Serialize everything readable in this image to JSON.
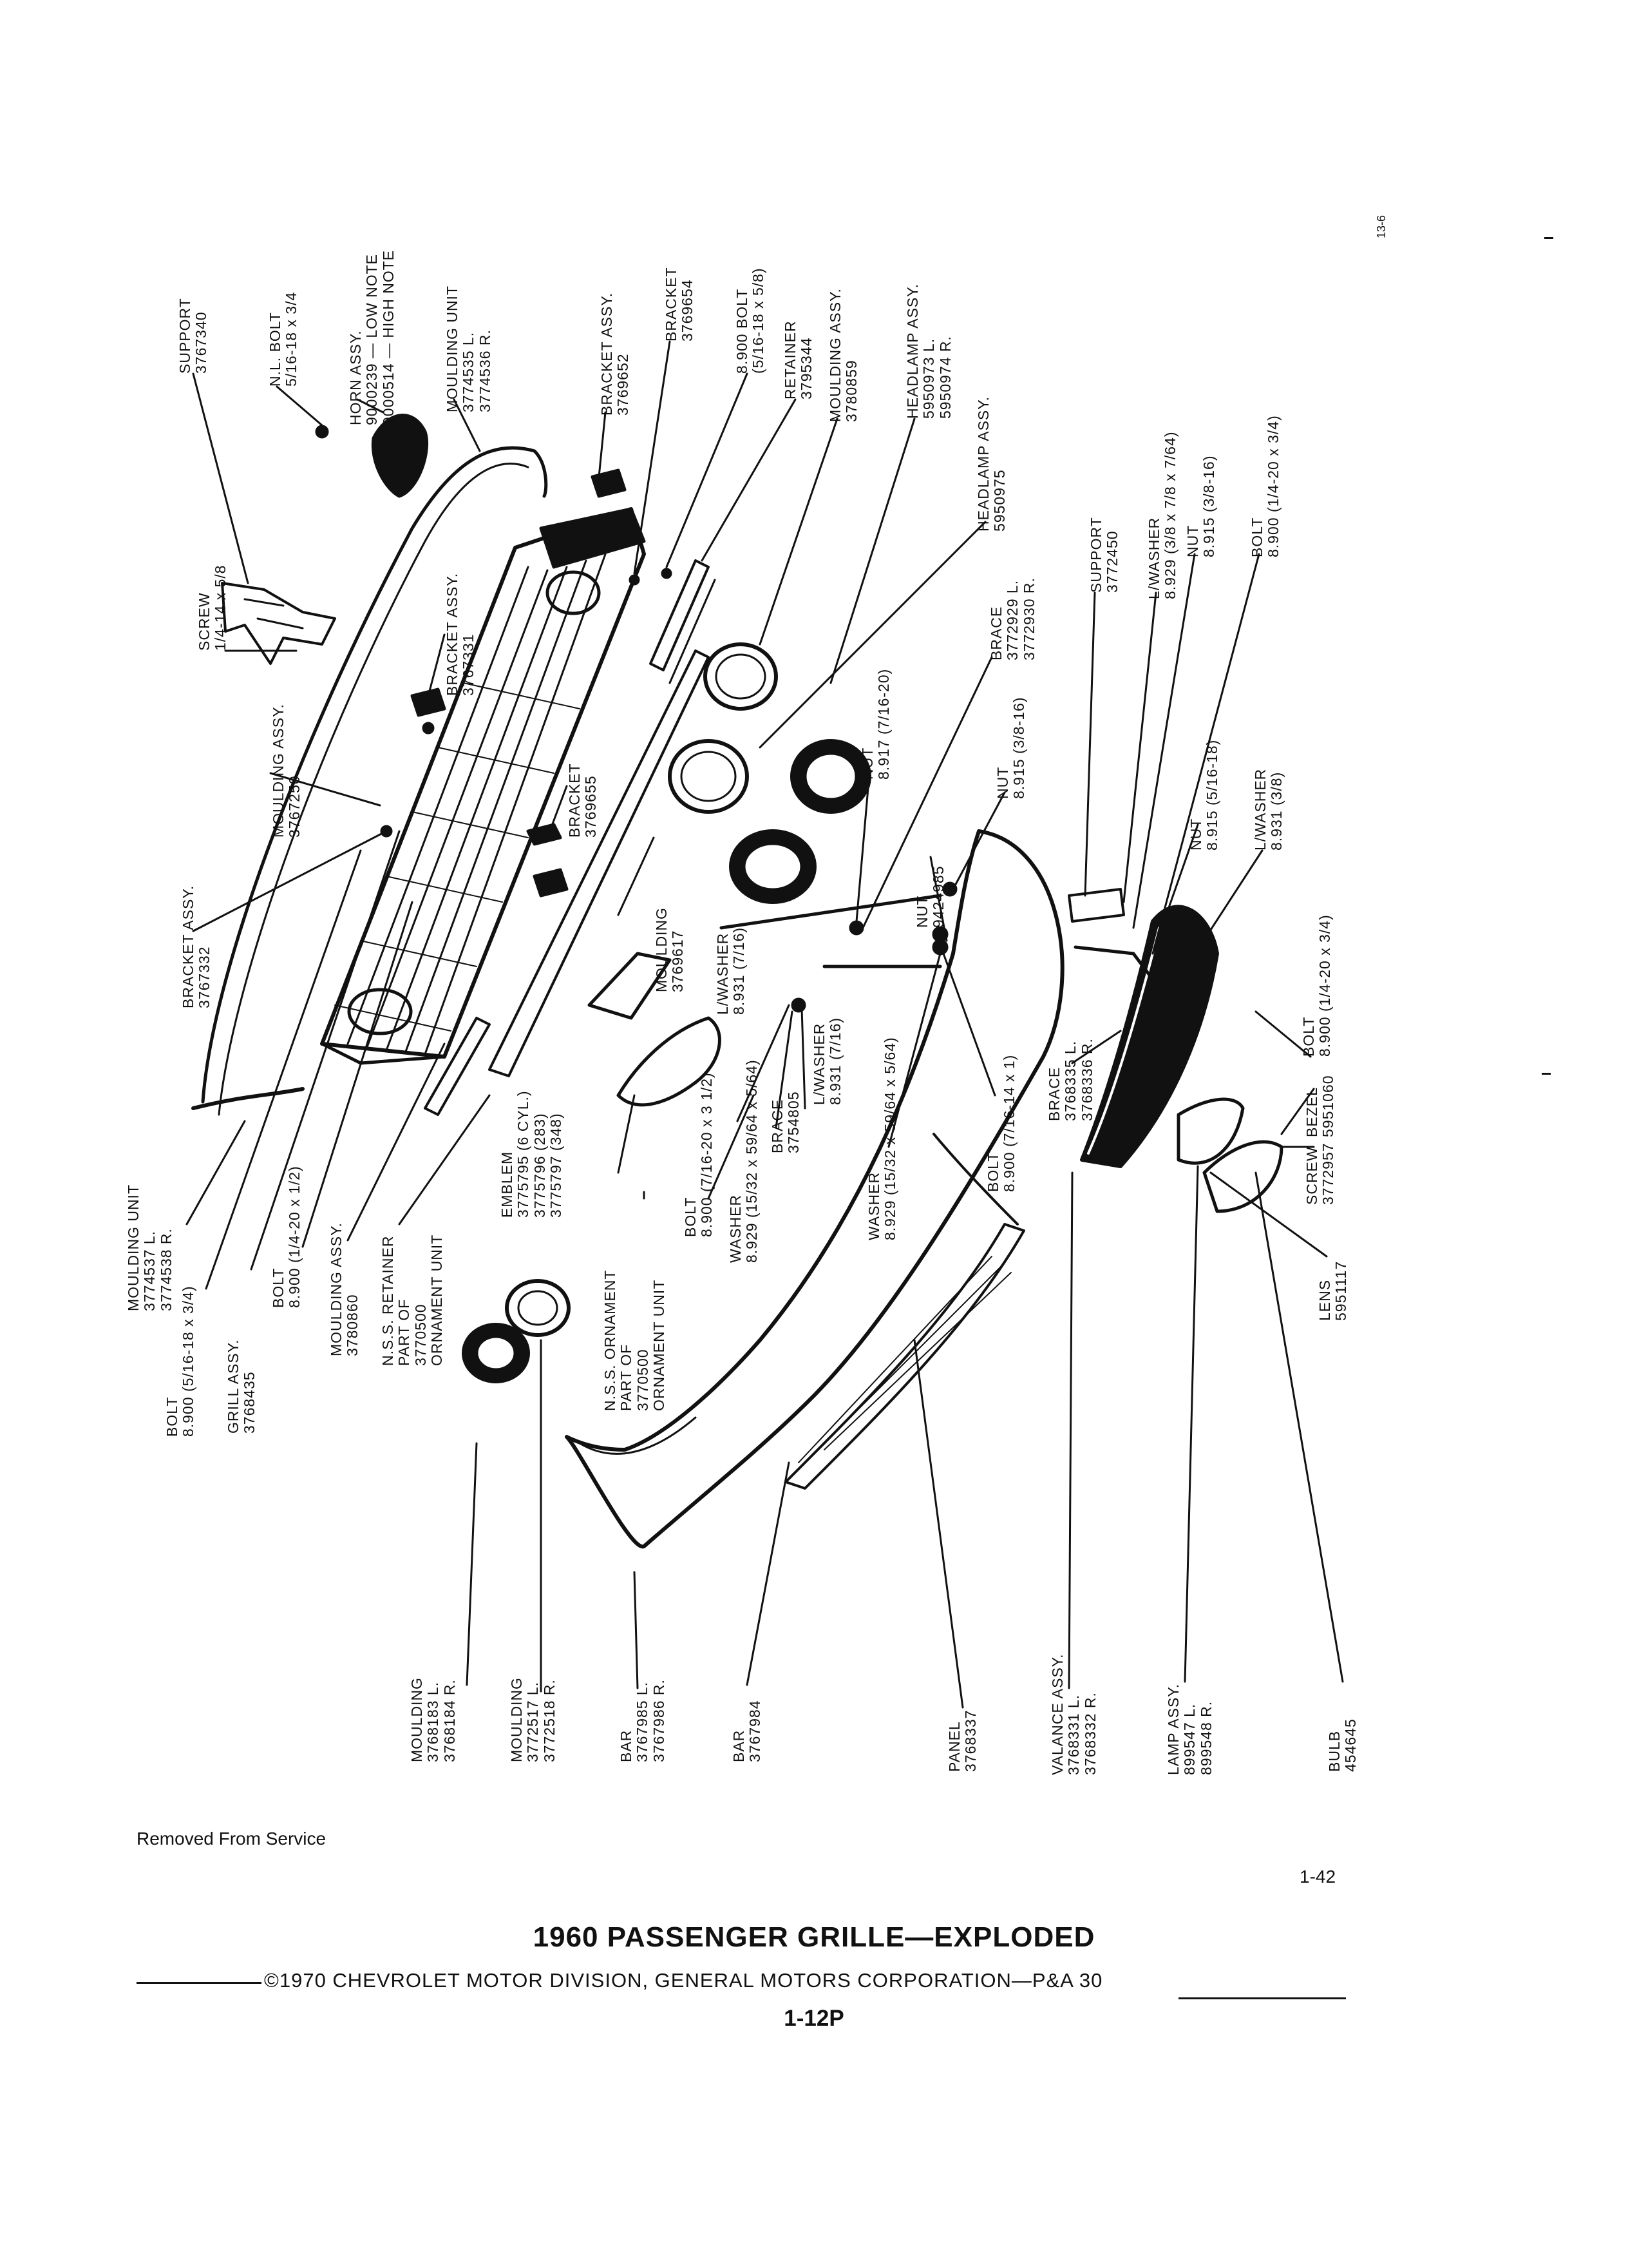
{
  "callouts": [
    {
      "id": "support-3767340",
      "lines": [
        "SUPPORT",
        "3767340"
      ]
    },
    {
      "id": "nl-bolt",
      "lines": [
        "N.L. BOLT",
        "5/16-18 x 3/4"
      ]
    },
    {
      "id": "horn-assy",
      "lines": [
        "HORN ASSY.",
        "9000239 — LOW NOTE",
        "9000514 — HIGH NOTE"
      ]
    },
    {
      "id": "moulding-unit-top",
      "lines": [
        "MOULDING UNIT",
        "3774535 L.",
        "3774536 R."
      ]
    },
    {
      "id": "bracket-assy-3769652",
      "lines": [
        "BRACKET ASSY.",
        "3769652"
      ]
    },
    {
      "id": "bracket-3769654",
      "lines": [
        "BRACKET",
        "3769654"
      ]
    },
    {
      "id": "bolt-top-8900",
      "lines": [
        "8.900 BOLT",
        "(5/16-18 x 5/8)"
      ]
    },
    {
      "id": "retainer",
      "lines": [
        "RETAINER",
        "3795344"
      ]
    },
    {
      "id": "moulding-assy-3780859",
      "lines": [
        "MOULDING ASSY.",
        "3780859"
      ]
    },
    {
      "id": "headlamp-assy-lr",
      "lines": [
        "HEADLAMP ASSY.",
        "5950973 L.",
        "5950974 R."
      ]
    },
    {
      "id": "headlamp-assy",
      "lines": [
        "HEADLAMP ASSY.",
        "5950975"
      ]
    },
    {
      "id": "screw-top",
      "lines": [
        "SCREW",
        "1/4-14 x 5/8"
      ]
    },
    {
      "id": "moulding-assy-3767250",
      "lines": [
        "MOULDING ASSY.",
        "3767250"
      ]
    },
    {
      "id": "bracket-assy-3767332",
      "lines": [
        "BRACKET ASSY.",
        "3767332"
      ]
    },
    {
      "id": "bracket-assy-3767331",
      "lines": [
        "BRACKET ASSY.",
        "3767331"
      ]
    },
    {
      "id": "bracket-3769655",
      "lines": [
        "BRACKET",
        "3769655"
      ]
    },
    {
      "id": "moulding-3769617",
      "lines": [
        "MOULDING",
        "3769617"
      ]
    },
    {
      "id": "support-3772450",
      "lines": [
        "SUPPORT",
        "3772450"
      ]
    },
    {
      "id": "lwasher-right",
      "lines": [
        "L/WASHER",
        "8.929 (3/8 x 7/8 x 7/64)"
      ]
    },
    {
      "id": "nut-right-top",
      "lines": [
        "NUT",
        "8.915 (3/8-16)"
      ]
    },
    {
      "id": "bolt-right-top",
      "lines": [
        "BOLT",
        "8.900 (1/4-20 x 3/4)"
      ]
    },
    {
      "id": "brace-3772929",
      "lines": [
        "BRACE",
        "3772929 L.",
        "3772930 R."
      ]
    },
    {
      "id": "nut-8917",
      "lines": [
        "NUT",
        "8.917 (7/16-20)"
      ]
    },
    {
      "id": "nut-8915-mid",
      "lines": [
        "NUT",
        "8.915 (3/8-16)"
      ]
    },
    {
      "id": "nut-9424985",
      "lines": [
        "NUT",
        "9424985"
      ]
    },
    {
      "id": "nut-right-mid",
      "lines": [
        "NUT",
        "8.915 (5/16-18)"
      ]
    },
    {
      "id": "lwasher-right-mid",
      "lines": [
        "L/WASHER",
        "8.931 (3/8)"
      ]
    },
    {
      "id": "bolt-right-mid",
      "lines": [
        "BOLT",
        "8.900 (1/4-20 x 3/4)"
      ]
    },
    {
      "id": "lwasher-8931-a",
      "lines": [
        "L/WASHER",
        "8.931 (7/16)"
      ]
    },
    {
      "id": "lwasher-8931-b",
      "lines": [
        "L/WASHER",
        "8.931 (7/16)"
      ]
    },
    {
      "id": "bolt-8900-3half",
      "lines": [
        "BOLT",
        "8.900 (7/16-20 x 3 1/2)"
      ]
    },
    {
      "id": "washer-8929-left",
      "lines": [
        "WASHER",
        "8.929 (15/32 x 59/64 x 5/64)"
      ]
    },
    {
      "id": "brace-3754805",
      "lines": [
        "BRACE",
        "3754805"
      ]
    },
    {
      "id": "washer-8929-mid",
      "lines": [
        "WASHER",
        "8.929 (15/32 x 59/64 x 5/64)"
      ]
    },
    {
      "id": "bolt-8900-14",
      "lines": [
        "BOLT",
        "8.900 (7/16-14 x 1)"
      ]
    },
    {
      "id": "brace-3768335",
      "lines": [
        "BRACE",
        "3768335 L.",
        "3768336 R."
      ]
    },
    {
      "id": "bezel",
      "lines": [
        "BEZEL",
        "5951060"
      ]
    },
    {
      "id": "screw-3772957",
      "lines": [
        "SCREW",
        "3772957"
      ]
    },
    {
      "id": "lens",
      "lines": [
        "LENS",
        "5951117"
      ]
    },
    {
      "id": "emblem",
      "lines": [
        "EMBLEM",
        "3775795 (6 CYL.)",
        "3775796 (283)",
        "3775797 (348)"
      ]
    },
    {
      "id": "nss-ornament",
      "lines": [
        "N.S.S. ORNAMENT",
        "PART OF",
        "3770500",
        "ORNAMENT UNIT"
      ]
    },
    {
      "id": "nss-retainer",
      "lines": [
        "N.S.S. RETAINER",
        "PART OF",
        "3770500",
        "ORNAMENT UNIT"
      ]
    },
    {
      "id": "moulding-assy-3780860",
      "lines": [
        "MOULDING ASSY.",
        "3780860"
      ]
    },
    {
      "id": "bolt-8900-half",
      "lines": [
        "BOLT",
        "8.900 (1/4-20 x 1/2)"
      ]
    },
    {
      "id": "grill-assy",
      "lines": [
        "GRILL ASSY.",
        "3768435"
      ]
    },
    {
      "id": "bolt-8900-left",
      "lines": [
        "BOLT",
        "8.900 (5/16-18 x 3/4)"
      ]
    },
    {
      "id": "moulding-unit-left",
      "lines": [
        "MOULDING UNIT",
        "3774537 L.",
        "3774538 R."
      ]
    },
    {
      "id": "moulding-3768183",
      "lines": [
        "MOULDING",
        "3768183 L.",
        "3768184 R."
      ]
    },
    {
      "id": "moulding-3772517",
      "lines": [
        "MOULDING",
        "3772517 L.",
        "3772518 R."
      ]
    },
    {
      "id": "bar-3767985",
      "lines": [
        "BAR",
        "3767985 L.",
        "3767986 R."
      ]
    },
    {
      "id": "bar-3767984",
      "lines": [
        "BAR",
        "3767984"
      ]
    },
    {
      "id": "panel",
      "lines": [
        "PANEL",
        "3768337"
      ]
    },
    {
      "id": "valance-assy",
      "lines": [
        "VALANCE ASSY.",
        "3768331 L.",
        "3768332 R."
      ]
    },
    {
      "id": "lamp-assy",
      "lines": [
        "LAMP ASSY.",
        "899547 L.",
        "899548 R."
      ]
    },
    {
      "id": "bulb",
      "lines": [
        "BULB",
        "454645"
      ]
    }
  ],
  "footer": {
    "removed_note": "Removed From Service",
    "page_number": "1-42",
    "title": "1960 PASSENGER GRILLE—EXPLODED",
    "copyright": "©1970 CHEVROLET MOTOR DIVISION, GENERAL MOTORS CORPORATION—P&A 30",
    "code": "1-12P"
  },
  "margin_mark": "13-6"
}
